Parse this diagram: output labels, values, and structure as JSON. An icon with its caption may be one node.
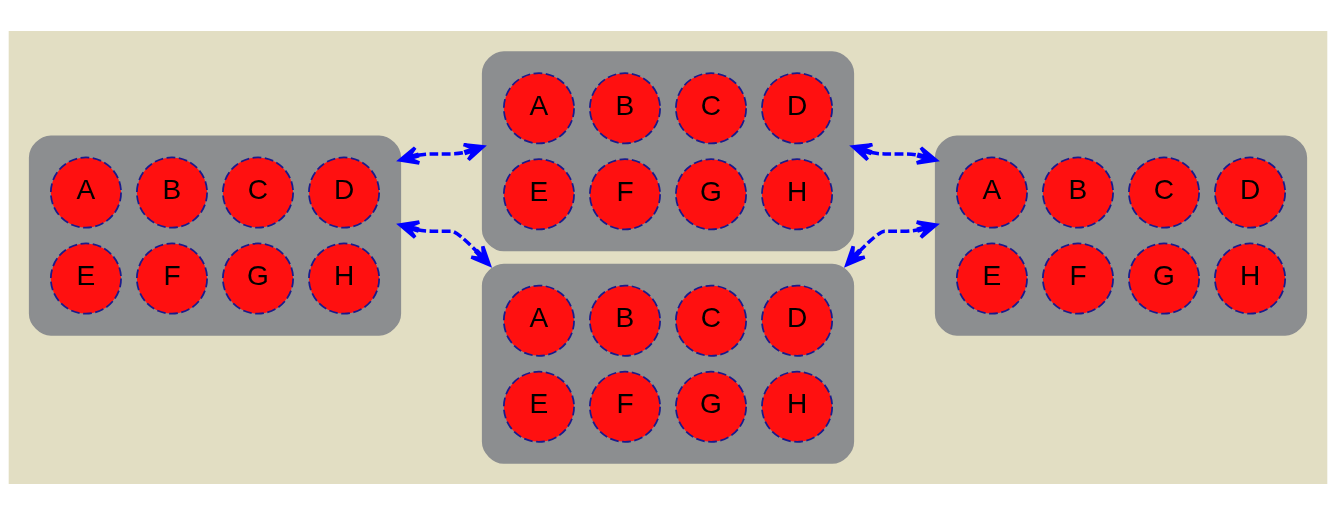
{
  "diagram": {
    "nodes": [
      {
        "text": [],
        "shape": "box"
      },
      {
        "text": [
          "A"
        ],
        "in": 0
      },
      {
        "text": [
          "B"
        ],
        "in": 0
      },
      {
        "text": [
          "C"
        ],
        "in": 0
      },
      {
        "text": [
          "D"
        ],
        "in": 0
      },
      {
        "text": [
          "E"
        ],
        "in": 0
      },
      {
        "text": [
          "F"
        ],
        "in": 0
      },
      {
        "text": [
          "G"
        ],
        "in": 0
      },
      {
        "text": [
          "H"
        ],
        "in": 0
      },
      {
        "text": [],
        "shape": "box"
      },
      {
        "text": [
          "A"
        ],
        "in": 9
      },
      {
        "text": [
          "B"
        ],
        "in": 9
      },
      {
        "text": [
          "C"
        ],
        "in": 9
      },
      {
        "text": [
          "D"
        ],
        "in": 9
      },
      {
        "text": [
          "E"
        ],
        "in": 9
      },
      {
        "text": [
          "F"
        ],
        "in": 9
      },
      {
        "text": [
          "G"
        ],
        "in": 9
      },
      {
        "text": [
          "H"
        ],
        "in": 9
      },
      {
        "text": [],
        "shape": "box"
      },
      {
        "text": [
          "A"
        ],
        "in": 18
      },
      {
        "text": [
          "B"
        ],
        "in": 18
      },
      {
        "text": [
          "C"
        ],
        "in": 18
      },
      {
        "text": [
          "D"
        ],
        "in": 18
      },
      {
        "text": [
          "E"
        ],
        "in": 18
      },
      {
        "text": [
          "F"
        ],
        "in": 18
      },
      {
        "text": [
          "G"
        ],
        "in": 18
      },
      {
        "text": [
          "H"
        ],
        "in": 18
      },
      {
        "text": [],
        "shape": "box"
      },
      {
        "text": [
          "A"
        ],
        "in": 27
      },
      {
        "text": [
          "B"
        ],
        "in": 27
      },
      {
        "text": [
          "C"
        ],
        "in": 27
      },
      {
        "text": [
          "D"
        ],
        "in": 27
      },
      {
        "text": [
          "E"
        ],
        "in": 27
      },
      {
        "text": [
          "F"
        ],
        "in": 27
      },
      {
        "text": [
          "G"
        ],
        "in": 27
      },
      {
        "text": [
          "H"
        ],
        "in": 27
      }
    ],
    "edges": [
      {
        "from": 0,
        "to": 9,
        "arrow": "both",
        "style": "dashed",
        "color": "#0000ff"
      },
      {
        "from": 0,
        "to": 18,
        "arrow": "both",
        "style": "dashed",
        "color": "#0000ff"
      },
      {
        "from": 9,
        "to": 27,
        "arrow": "both",
        "style": "dashed",
        "color": "#0000ff"
      },
      {
        "from": 18,
        "to": 27,
        "arrow": "both",
        "style": "dashed",
        "color": "#0000ff"
      }
    ]
  }
}
